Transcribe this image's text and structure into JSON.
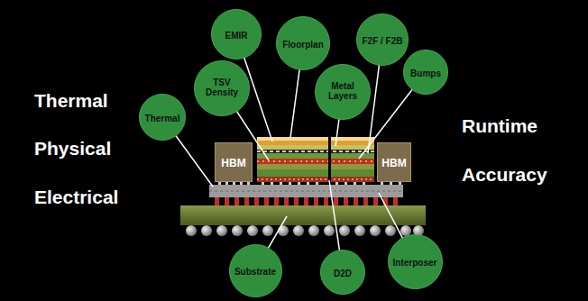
{
  "diagram": {
    "nodes": [
      {
        "text": [
          "EMIR"
        ]
      },
      {
        "text": [
          "Floorplan"
        ]
      },
      {
        "text": [
          "F2F / F2B"
        ]
      },
      {
        "text": [
          "TSV Density"
        ]
      },
      {
        "text": [
          "Metal Layers"
        ]
      },
      {
        "text": [
          "Bumps"
        ]
      },
      {
        "text": [
          "Thermal"
        ]
      },
      {
        "text": [
          "HBM"
        ]
      },
      {
        "text": [
          "HBM"
        ]
      },
      {
        "text": [
          "Substrate"
        ]
      },
      {
        "text": [
          "D2D"
        ]
      },
      {
        "text": [
          "Interposer"
        ]
      }
    ],
    "labels": [
      "Thermal",
      "Physical",
      "Electrical",
      "Runtime",
      "Accuracy"
    ]
  }
}
